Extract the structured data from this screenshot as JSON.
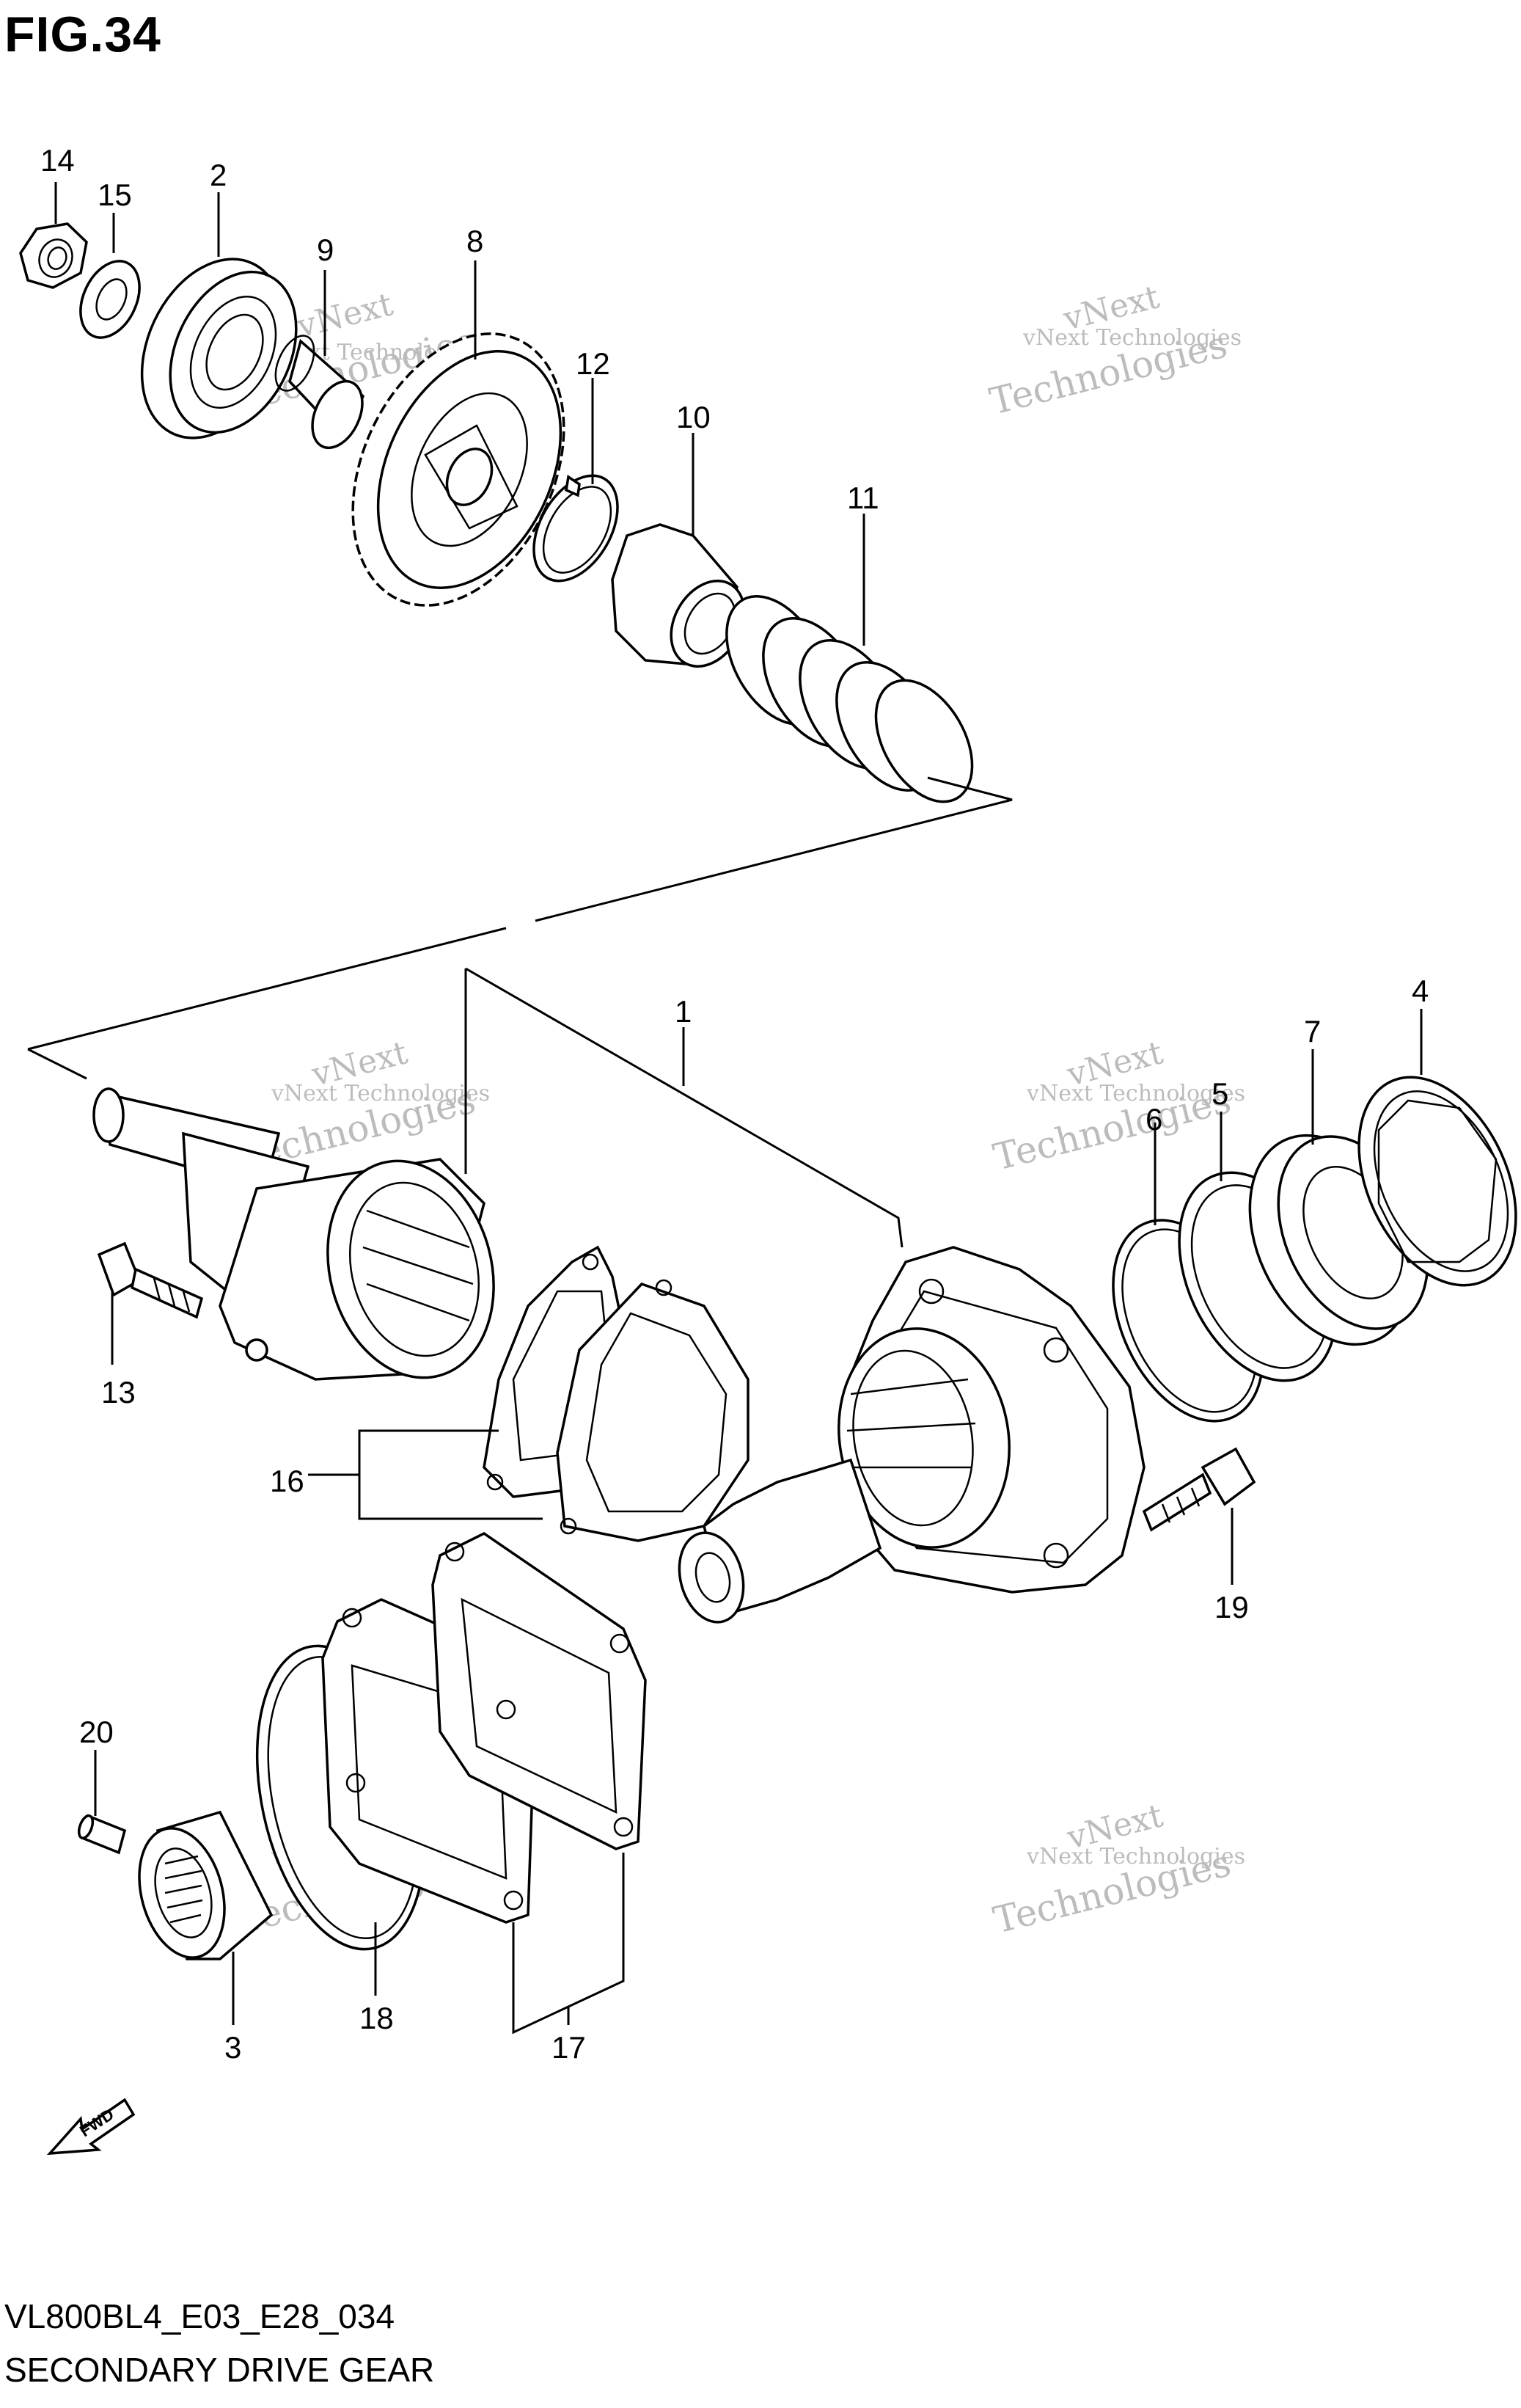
{
  "figure": {
    "title": "FIG.34",
    "code": "VL800BL4_E03_E28_034",
    "name": "SECONDARY DRIVE GEAR"
  },
  "watermark": {
    "line1": "vNext Technologies",
    "line2": "vNext",
    "line3": "Technologies",
    "color": "#bcbcbc"
  },
  "icons": {
    "direction_arrow": "fwd-arrow-icon",
    "direction_label": "FWD"
  },
  "callouts": [
    "1",
    "2",
    "3",
    "4",
    "5",
    "6",
    "7",
    "8",
    "9",
    "10",
    "11",
    "12",
    "13",
    "14",
    "15",
    "16",
    "17",
    "18",
    "19",
    "20"
  ]
}
